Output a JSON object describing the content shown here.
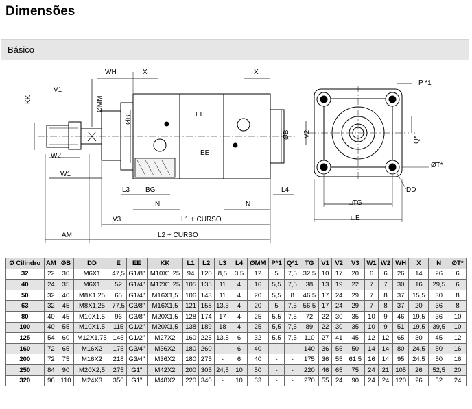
{
  "page": {
    "title": "Dimensões",
    "subtitle": "Básico"
  },
  "drawing_labels": {
    "kk": "KK",
    "v1": "V1",
    "wh": "WH",
    "x": "X",
    "omm": "ØMM",
    "ob": "ØB",
    "ee": "EE",
    "w2": "W2",
    "w1": "W1",
    "l3": "L3",
    "bg": "BG",
    "l4": "L4",
    "n": "N",
    "v3": "V3",
    "l1_curso": "L1 + CURSO",
    "am": "AM",
    "l2_curso": "L2 + CURSO",
    "p1": "P *1",
    "v2": "V2",
    "q1": "Q* 1",
    "ot": "ØT*",
    "dd": "DD",
    "tg": "□TG",
    "e": "□E"
  },
  "table": {
    "headers": [
      "Ø Cilindro",
      "AM",
      "ØB",
      "DD",
      "E",
      "EE",
      "KK",
      "L1",
      "L2",
      "L3",
      "L4",
      "ØMM",
      "P*1",
      "Q*1",
      "TG",
      "V1",
      "V2",
      "V3",
      "W1",
      "W2",
      "WH",
      "X",
      "N",
      "ØT*"
    ],
    "rows": [
      [
        "32",
        "22",
        "30",
        "M6X1",
        "47,5",
        "G1/8\"",
        "M10X1,25",
        "94",
        "120",
        "8,5",
        "3,5",
        "12",
        "5",
        "7,5",
        "32,5",
        "10",
        "17",
        "20",
        "6",
        "6",
        "26",
        "14",
        "26",
        "6"
      ],
      [
        "40",
        "24",
        "35",
        "M6X1",
        "52",
        "G1/4\"",
        "M12X1,25",
        "105",
        "135",
        "11",
        "4",
        "16",
        "5,5",
        "7,5",
        "38",
        "13",
        "19",
        "22",
        "7",
        "7",
        "30",
        "16",
        "29,5",
        "6"
      ],
      [
        "50",
        "32",
        "40",
        "M8X1,25",
        "65",
        "G1/4\"",
        "M16X1,5",
        "106",
        "143",
        "11",
        "4",
        "20",
        "5,5",
        "8",
        "46,5",
        "17",
        "24",
        "29",
        "7",
        "8",
        "37",
        "15,5",
        "30",
        "8"
      ],
      [
        "63",
        "32",
        "45",
        "M8X1,25",
        "77,5",
        "G3/8\"",
        "M16X1,5",
        "121",
        "158",
        "13,5",
        "4",
        "20",
        "5",
        "7,5",
        "56,5",
        "17",
        "24",
        "29",
        "7",
        "8",
        "37",
        "20",
        "36",
        "8"
      ],
      [
        "80",
        "40",
        "45",
        "M10X1.5",
        "96",
        "G3/8\"",
        "M20X1,5",
        "128",
        "174",
        "17",
        "4",
        "25",
        "5,5",
        "7,5",
        "72",
        "22",
        "30",
        "35",
        "10",
        "9",
        "46",
        "19,5",
        "36",
        "10"
      ],
      [
        "100",
        "40",
        "55",
        "M10X1.5",
        "115",
        "G1/2\"",
        "M20X1,5",
        "138",
        "189",
        "18",
        "4",
        "25",
        "5,5",
        "7,5",
        "89",
        "22",
        "30",
        "35",
        "10",
        "9",
        "51",
        "19,5",
        "39,5",
        "10"
      ],
      [
        "125",
        "54",
        "60",
        "M12X1,75",
        "145",
        "G1/2\"",
        "M27X2",
        "160",
        "225",
        "13,5",
        "6",
        "32",
        "5,5",
        "7,5",
        "110",
        "27",
        "41",
        "45",
        "12",
        "12",
        "65",
        "30",
        "45",
        "12"
      ],
      [
        "160",
        "72",
        "65",
        "M16X2",
        "175",
        "G3/4\"",
        "M36X2",
        "180",
        "260",
        "-",
        "6",
        "40",
        "-",
        "-",
        "140",
        "36",
        "55",
        "50",
        "14",
        "14",
        "80",
        "24,5",
        "50",
        "16"
      ],
      [
        "200",
        "72",
        "75",
        "M16X2",
        "218",
        "G3/4\"",
        "M36X2",
        "180",
        "275",
        "-",
        "6",
        "40",
        "-",
        "-",
        "175",
        "36",
        "55",
        "61,5",
        "16",
        "14",
        "95",
        "24,5",
        "50",
        "16"
      ],
      [
        "250",
        "84",
        "90",
        "M20X2,5",
        "275",
        "G1\"",
        "M42X2",
        "200",
        "305",
        "24,5",
        "10",
        "50",
        "-",
        "-",
        "220",
        "46",
        "65",
        "75",
        "24",
        "21",
        "105",
        "26",
        "52,5",
        "20"
      ],
      [
        "320",
        "96",
        "110",
        "M24X3",
        "350",
        "G1\"",
        "M48X2",
        "220",
        "340",
        "-",
        "10",
        "63",
        "-",
        "-",
        "270",
        "55",
        "24",
        "90",
        "24",
        "24",
        "120",
        "26",
        "52",
        "24"
      ]
    ]
  }
}
